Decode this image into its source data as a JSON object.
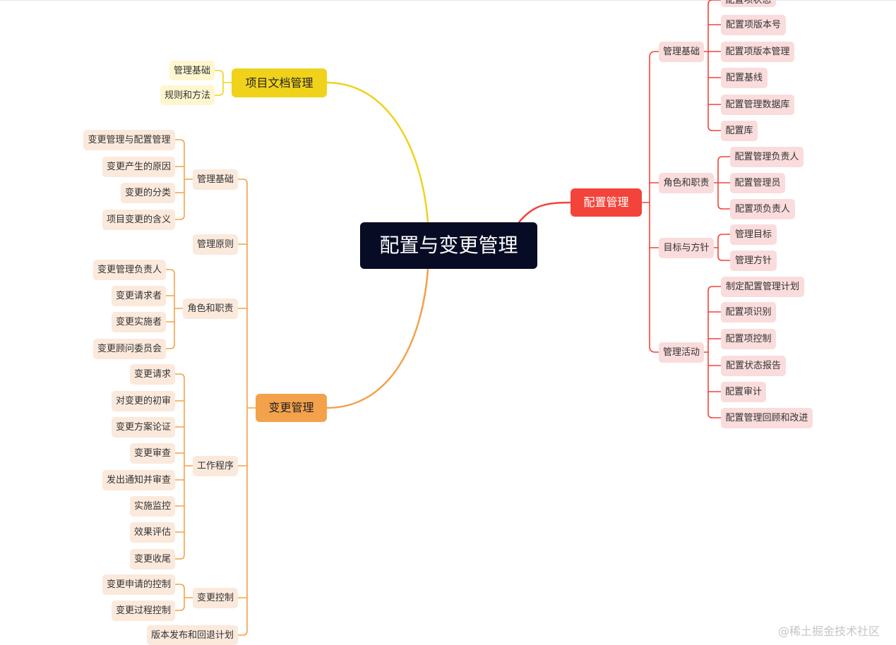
{
  "root": {
    "label": "配置与变更管理"
  },
  "branches": {
    "config": {
      "label": "配置管理",
      "color": "#f2443a",
      "groups": [
        {
          "label": "管理基础",
          "items": [
            "配置项状态",
            "配置项版本号",
            "配置项版本管理",
            "配置基线",
            "配置管理数据库",
            "配置库"
          ]
        },
        {
          "label": "角色和职责",
          "items": [
            "配置管理负责人",
            "配置管理员",
            "配置项负责人"
          ]
        },
        {
          "label": "目标与方针",
          "items": [
            "管理目标",
            "管理方针"
          ]
        },
        {
          "label": "管理活动",
          "items": [
            "制定配置管理计划",
            "配置项识别",
            "配置项控制",
            "配置状态报告",
            "配置审计",
            "配置管理回顾和改进"
          ]
        }
      ]
    },
    "docs": {
      "label": "项目文档管理",
      "color": "#f0d21b",
      "items": [
        "管理基础",
        "规则和方法"
      ]
    },
    "change": {
      "label": "变更管理",
      "color": "#f3a24b",
      "groups": [
        {
          "label": "管理基础",
          "items": [
            "变更管理与配置管理",
            "变更产生的原因",
            "变更的分类",
            "项目变更的含义"
          ]
        },
        {
          "label": "管理原则",
          "items": []
        },
        {
          "label": "角色和职责",
          "items": [
            "变更管理负责人",
            "变更请求者",
            "变更实施者",
            "变更顾问委员会"
          ]
        },
        {
          "label": "工作程序",
          "items": [
            "变更请求",
            "对变更的初审",
            "变更方案论证",
            "变更审查",
            "发出通知并审查",
            "实施监控",
            "效果评估",
            "变更收尾"
          ]
        },
        {
          "label": "变更控制",
          "items": [
            "变更申请的控制",
            "变更过程控制"
          ]
        },
        {
          "label": "版本发布和回退计划",
          "items": []
        }
      ]
    }
  },
  "watermark": "@稀土掘金技术社区"
}
